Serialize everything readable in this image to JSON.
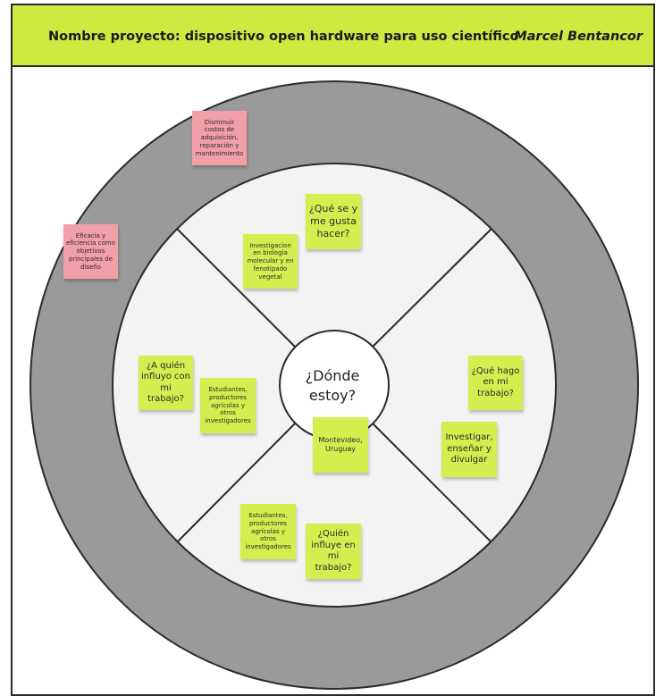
{
  "header": {
    "title": "Nombre proyecto: dispositivo open hardware para uso científico",
    "author": "Marcel Bentancor"
  },
  "colors": {
    "header_bg": "#ccea3f",
    "outer_ring": "#9a9a9a",
    "inner_disc": "#f3f3f3",
    "sticky_green": "#d4ee4f",
    "sticky_pink": "#f1a0a8"
  },
  "center": {
    "label": "¿Dónde estoy?"
  },
  "quadrants": {
    "top": {
      "question": "¿Qué se y me gusta hacer?",
      "answer": "Investigacion en biología molecular y en fenotipado vegetal"
    },
    "right": {
      "question": "¿Qué hago en mi trabajo?",
      "answer": "Investigar, enseñar y divulgar"
    },
    "bottom": {
      "question": "¿Quién influye en mi trabajo?",
      "answer": "Estudiantes, productores agrícolas y otros investigadores"
    },
    "left": {
      "question": "¿A quién influyo con mi trabajo?",
      "answer": "Estudiantes, productores agrícolas y otros investigadores"
    },
    "location": "Montevideo, Uruguay"
  },
  "outer_notes": [
    "Disminuir costos de adquisición, reparación y mantenimiento",
    "Eficacia y eficiencia como objetivos principales de diseño"
  ]
}
